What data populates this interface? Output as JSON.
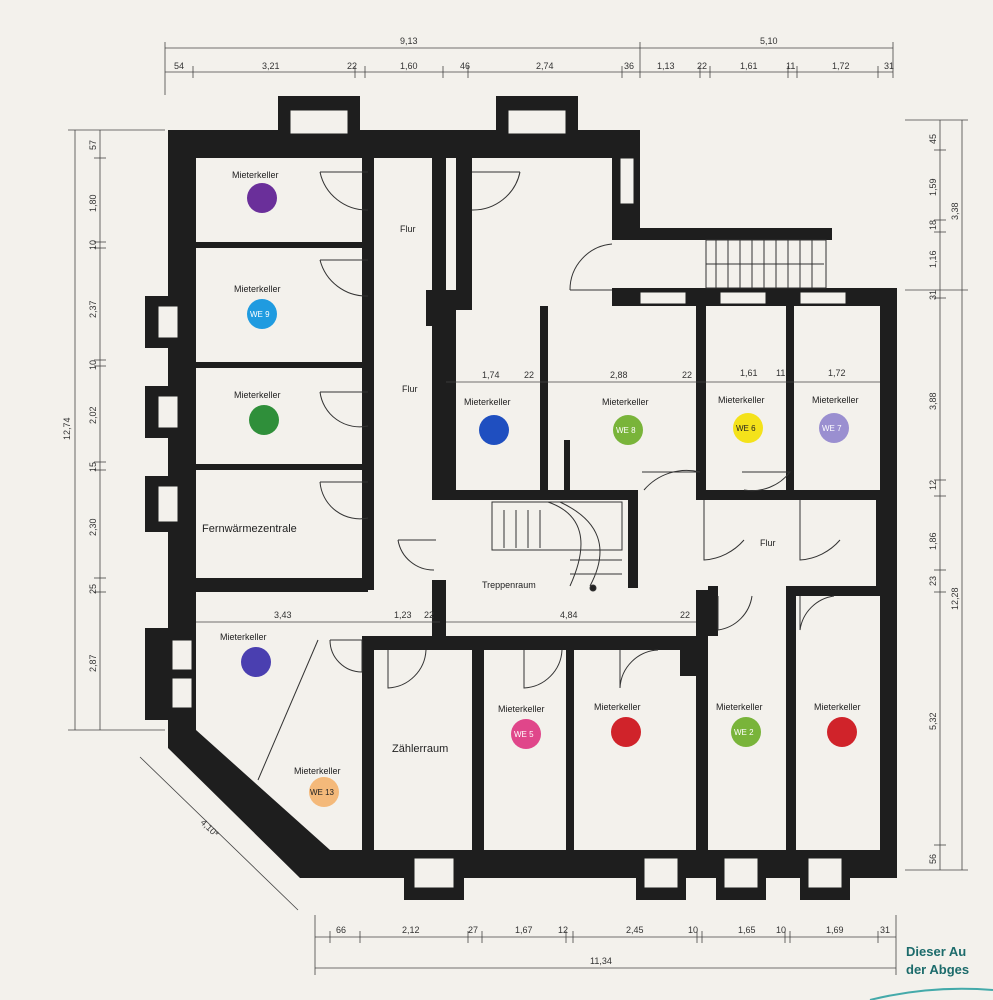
{
  "plan": {
    "top_dims_total": [
      "9,13",
      "5,10"
    ],
    "top_dims": [
      "54",
      "3,21",
      "22",
      "1,60",
      "46",
      "2,74",
      "36",
      "1,13",
      "22",
      "1,61",
      "11",
      "1,72",
      "31"
    ],
    "bottom_dims": [
      "66",
      "2,12",
      "27",
      "1,67",
      "12",
      "2,45",
      "10",
      "1,65",
      "10",
      "1,69",
      "31"
    ],
    "bottom_total": "11,34",
    "left_total": "12,74",
    "left_dims": [
      "57",
      "1,80",
      "10",
      "2,37",
      "10",
      "2,02",
      "15",
      "2,30",
      "25",
      "2,87"
    ],
    "right_dims": [
      "45",
      "1,59",
      "18",
      "1,16",
      "31",
      "3,88",
      "12",
      "1,86",
      "23",
      "5,32",
      "56"
    ],
    "right_totals": [
      "3,38",
      "12,28"
    ],
    "diagonal_dim": "4,10*",
    "inner_dims": {
      "row1": [
        "1,74",
        "22",
        "2,88",
        "22",
        "1,61",
        "11",
        "1,72"
      ],
      "row2": [
        "3,43",
        "1,23",
        "22",
        "4,84",
        "22"
      ]
    },
    "rooms": {
      "mieterkeller": "Mieterkeller",
      "flur": "Flur",
      "fernwaerme": "Fernwärmezentrale",
      "treppenraum": "Treppenraum",
      "zaehlerraum": "Zählerraum"
    },
    "badges": [
      "WE 9",
      "WE 8",
      "WE 6",
      "WE 7",
      "WE 5",
      "WE 2",
      "WE 13"
    ],
    "note_lines": [
      "Dieser Au",
      "der Abges"
    ]
  },
  "colors": {
    "wall": "#1e1e1e",
    "purple": "#6a2f9a",
    "skyblue": "#1f9be0",
    "green": "#2f8f3a",
    "blue": "#1f4fc0",
    "olive": "#79b43a",
    "yellow": "#f4e21a",
    "lavender": "#9a8fd0",
    "indigo": "#4a3fb0",
    "pink": "#e0468a",
    "red": "#d0232a",
    "orange": "#f4b97a"
  }
}
